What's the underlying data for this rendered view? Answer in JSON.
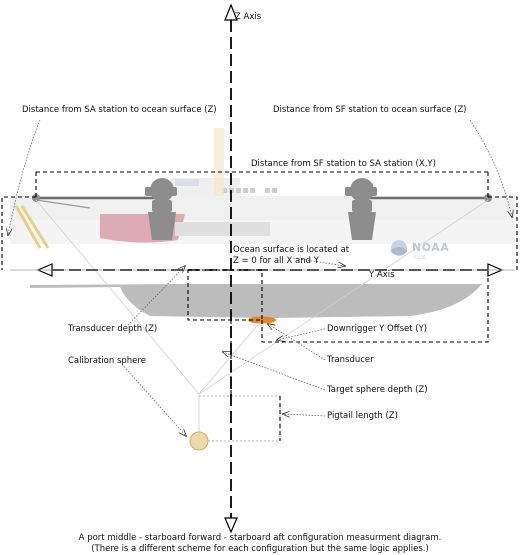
{
  "labels": {
    "z_axis": "Z Axis",
    "y_axis": "Y Axis",
    "sa_to_surface": "Distance from SA station to ocean surface (Z)",
    "sf_to_surface": "Distance from SF station to ocean surface (Z)",
    "sf_to_sa": "Distance from SF station to SA station (X,Y)",
    "ocean_surface_line1": "Ocean surface is located at",
    "ocean_surface_line2": "Z = 0 for all X and Y",
    "transducer_depth": "Transducer depth (Z)",
    "downrigger_offset": "Downrigger Y Offset (Y)",
    "transducer": "Transducer",
    "calibration_sphere": "Calibration sphere",
    "target_sphere_depth": "Target sphere depth (Z)",
    "pigtail_length": "Pigtail length (Z)"
  },
  "ship": {
    "logo_text": "NOAA",
    "hull_number": "R 226"
  },
  "caption": {
    "line1": "A port middle - starboard forward - starboard aft configuration measurment diagram.",
    "line2": "(There is a different scheme for each configuration but the same logic applies.)"
  },
  "colors": {
    "hull": "#b5b5b5",
    "superstructure": "#ececec",
    "pink_panel": "#d4939f",
    "downrigger": "#8d8d8d",
    "transducer": "#e07a1a",
    "sphere_fill": "#ecd9a8",
    "sphere_stroke": "#c8ae6a",
    "crane": "#e3c76a",
    "guide_line": "#cfcfcf"
  },
  "icons": [
    "noaa-logo-icon",
    "downrigger-icon",
    "calibration-sphere-icon",
    "transducer-icon"
  ]
}
